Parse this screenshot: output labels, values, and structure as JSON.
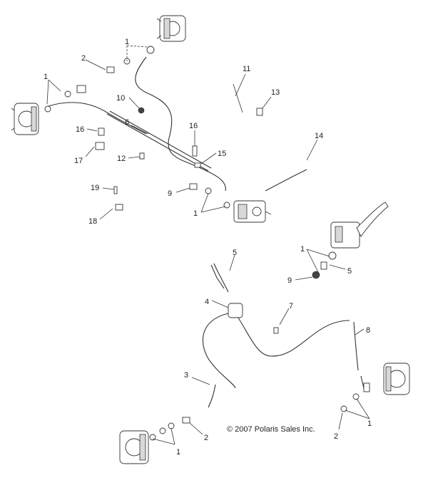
{
  "copyright": "© 2007 Polaris Sales Inc.",
  "callouts": {
    "c1a": "1",
    "c1b": "1",
    "c1c": "1",
    "c1d": "1",
    "c1e": "1",
    "c1f": "1",
    "c2a": "2",
    "c2b": "2",
    "c2c": "2",
    "c3": "3",
    "c4": "4",
    "c5a": "5",
    "c5b": "5",
    "c6": "6",
    "c7": "7",
    "c8": "8",
    "c9a": "9",
    "c9b": "9",
    "c10": "10",
    "c11": "11",
    "c12": "12",
    "c13": "13",
    "c14": "14",
    "c15": "15",
    "c16a": "16",
    "c16b": "16",
    "c17": "17",
    "c18": "18",
    "c19": "19"
  }
}
